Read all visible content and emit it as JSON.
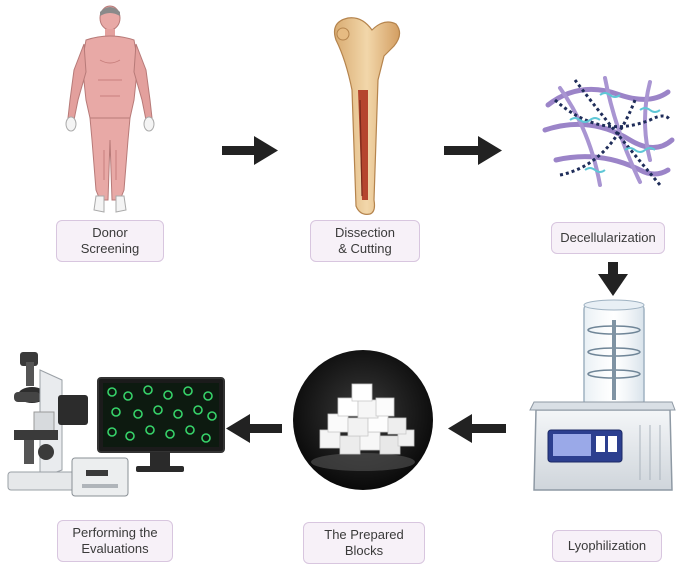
{
  "steps": [
    {
      "id": "donor",
      "label": "Donor\nScreening"
    },
    {
      "id": "dissection",
      "label": "Dissection\n& Cutting"
    },
    {
      "id": "decell",
      "label": "Decellularization"
    },
    {
      "id": "lyo",
      "label": "Lyophilization"
    },
    {
      "id": "blocks",
      "label": "The Prepared\nBlocks"
    },
    {
      "id": "eval",
      "label": "Performing the\nEvaluations"
    }
  ],
  "colors": {
    "arrow": "#222222",
    "label_bg": "#f7f1f8",
    "label_border": "#d8c6df",
    "body": "#e8a9a6",
    "bone": "#e9c89a",
    "fiber_purple": "#9b84c8",
    "fiber_dark": "#1f2d5a",
    "fiber_cyan": "#5fc7d6",
    "cell_green": "#37d46a"
  },
  "icons": [
    "human-body-icon",
    "femur-bone-icon",
    "fiber-network-icon",
    "freeze-dryer-icon",
    "sugar-cube-blocks-icon",
    "microscope-icon",
    "monitor-icon"
  ]
}
